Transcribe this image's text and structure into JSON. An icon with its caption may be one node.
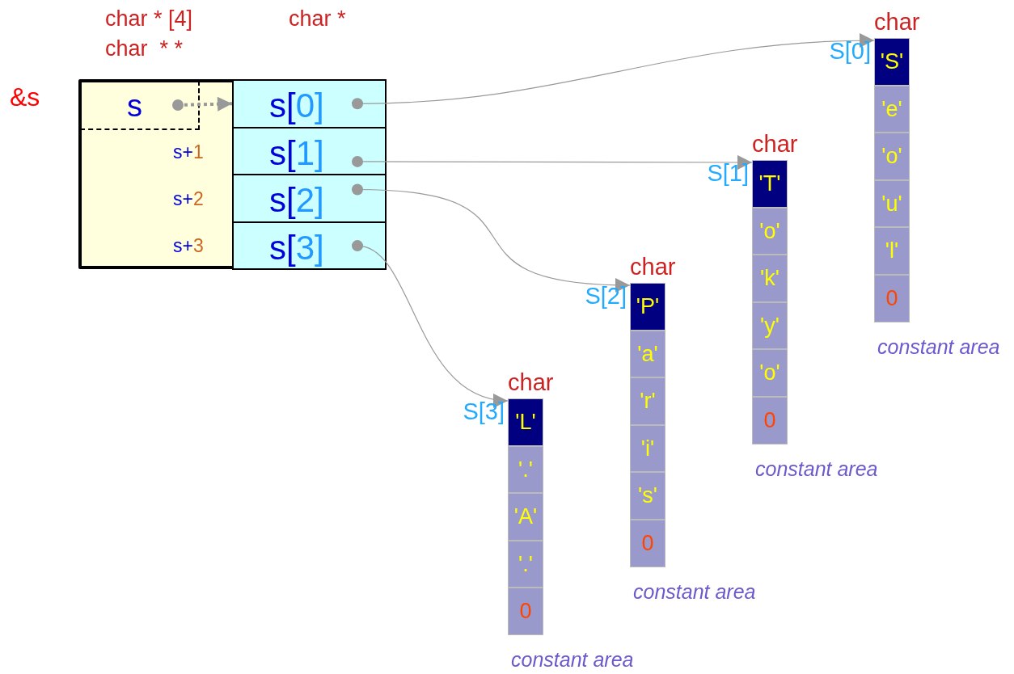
{
  "diagram": {
    "nodes": [
      {
        "text": [],
        "shape": "box"
      },
      {
        "text": [
          "s"
        ],
        "in": 0
      },
      {
        "text": [
          "s[0]"
        ],
        "in": 0
      },
      {
        "text": [
          "s[1]"
        ],
        "in": 0
      },
      {
        "text": [
          "s[2]"
        ],
        "in": 0
      },
      {
        "text": [
          "s[3]"
        ],
        "in": 0
      },
      {
        "text": [
          "char"
        ],
        "beside": [
          "constant area"
        ]
      },
      {
        "text": [
          "'S'"
        ],
        "in": 6,
        "beside": [
          "S[0]"
        ]
      },
      {
        "text": [
          "'e'"
        ],
        "in": 6
      },
      {
        "text": [
          "'o'"
        ],
        "in": 6
      },
      {
        "text": [
          "'u'"
        ],
        "in": 6
      },
      {
        "text": [
          "'l'"
        ],
        "in": 6
      },
      {
        "text": [
          "0"
        ],
        "in": 6
      },
      {
        "text": [
          "char"
        ],
        "beside": [
          "constant area"
        ]
      },
      {
        "text": [
          "'T'"
        ],
        "in": 13,
        "beside": [
          "S[1]"
        ]
      },
      {
        "text": [
          "'o'"
        ],
        "in": 13
      },
      {
        "text": [
          "'k'"
        ],
        "in": 13
      },
      {
        "text": [
          "'y'"
        ],
        "in": 13
      },
      {
        "text": [
          "'o'"
        ],
        "in": 13
      },
      {
        "text": [
          "0"
        ],
        "in": 13
      },
      {
        "text": [
          "char"
        ],
        "beside": [
          "constant area"
        ]
      },
      {
        "text": [
          "'P'"
        ],
        "in": 20,
        "beside": [
          "S[2]"
        ]
      },
      {
        "text": [
          "'a'"
        ],
        "in": 20
      },
      {
        "text": [
          "'r'"
        ],
        "in": 20
      },
      {
        "text": [
          "'i'"
        ],
        "in": 20
      },
      {
        "text": [
          "'s'"
        ],
        "in": 20
      },
      {
        "text": [
          "0"
        ],
        "in": 20
      },
      {
        "text": [
          "char"
        ],
        "beside": [
          "constant area"
        ]
      },
      {
        "text": [
          "'L'"
        ],
        "in": 27,
        "beside": [
          "S[3]"
        ]
      },
      {
        "text": [
          "'.'"
        ],
        "in": 27
      },
      {
        "text": [
          "'A'"
        ],
        "in": 27
      },
      {
        "text": [
          "'.'"
        ],
        "in": 27
      },
      {
        "text": [
          "0"
        ],
        "in": 27
      }
    ],
    "edges": [
      {
        "from": 1,
        "to": 2,
        "arrow": "to",
        "style": "dashed"
      },
      {
        "from": 2,
        "to": 7,
        "arrow": "to"
      },
      {
        "from": 3,
        "to": 14,
        "arrow": "to"
      },
      {
        "from": 4,
        "to": 21,
        "arrow": "to"
      },
      {
        "from": 5,
        "to": 28,
        "arrow": "to"
      }
    ],
    "labels": [
      "char * [4]",
      "char  * *",
      "char *",
      "&s",
      "s+1",
      "s+2",
      "s+3"
    ]
  }
}
